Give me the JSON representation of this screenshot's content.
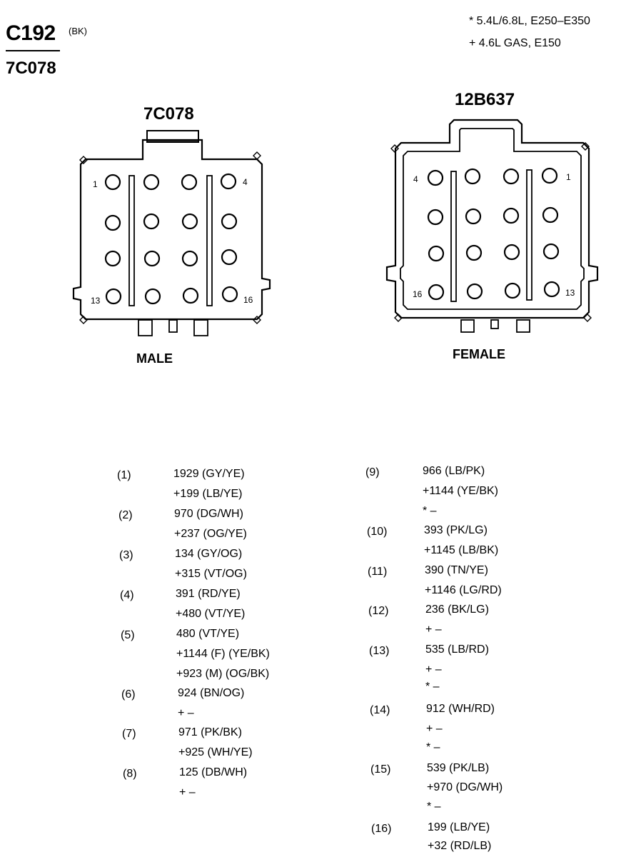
{
  "header": {
    "connector": "C192",
    "color_tag": "(BK)",
    "part_number": "7C078",
    "notes": [
      "* 5.4L/6.8L, E250–E350",
      "+ 4.6L GAS, E150"
    ]
  },
  "male_connector": {
    "part_number": "7C078",
    "label": "MALE",
    "pin_numbers": {
      "top_left": "1",
      "top_right": "4",
      "bottom_left": "13",
      "bottom_right": "16"
    }
  },
  "female_connector": {
    "part_number": "12B637",
    "label": "FEMALE",
    "pin_numbers": {
      "top_left": "4",
      "top_right": "1",
      "bottom_left": "16",
      "bottom_right": "13"
    }
  },
  "pin_table": [
    {
      "pin": "(1)",
      "wires": [
        "1929 (GY/YE)",
        "+199 (LB/YE)"
      ]
    },
    {
      "pin": "(2)",
      "wires": [
        "970 (DG/WH)",
        "+237 (OG/YE)"
      ]
    },
    {
      "pin": "(3)",
      "wires": [
        "134 (GY/OG)",
        "+315 (VT/OG)"
      ]
    },
    {
      "pin": "(4)",
      "wires": [
        "391 (RD/YE)",
        "+480 (VT/YE)"
      ]
    },
    {
      "pin": "(5)",
      "wires": [
        "480 (VT/YE)",
        "+1144 (F) (YE/BK)",
        "+923 (M) (OG/BK)"
      ]
    },
    {
      "pin": "(6)",
      "wires": [
        "924 (BN/OG)",
        "+ –"
      ]
    },
    {
      "pin": "(7)",
      "wires": [
        "971 (PK/BK)",
        "+925 (WH/YE)"
      ]
    },
    {
      "pin": "(8)",
      "wires": [
        "125 (DB/WH)",
        "+ –"
      ]
    },
    {
      "pin": "(9)",
      "wires": [
        "966 (LB/PK)",
        "+1144 (YE/BK)",
        "* –"
      ]
    },
    {
      "pin": "(10)",
      "wires": [
        "393 (PK/LG)",
        "+1145 (LB/BK)"
      ]
    },
    {
      "pin": "(11)",
      "wires": [
        "390 (TN/YE)",
        "+1146 (LG/RD)"
      ]
    },
    {
      "pin": "(12)",
      "wires": [
        "236 (BK/LG)",
        "+ –"
      ]
    },
    {
      "pin": "(13)",
      "wires": [
        "535 (LB/RD)",
        "+ –",
        "* –"
      ]
    },
    {
      "pin": "(14)",
      "wires": [
        "912 (WH/RD)",
        "+ –",
        "* –"
      ]
    },
    {
      "pin": "(15)",
      "wires": [
        "539 (PK/LB)",
        "+970 (DG/WH)",
        "* –"
      ]
    },
    {
      "pin": "(16)",
      "wires": [
        "199 (LB/YE)",
        "+32 (RD/LB)"
      ]
    }
  ]
}
